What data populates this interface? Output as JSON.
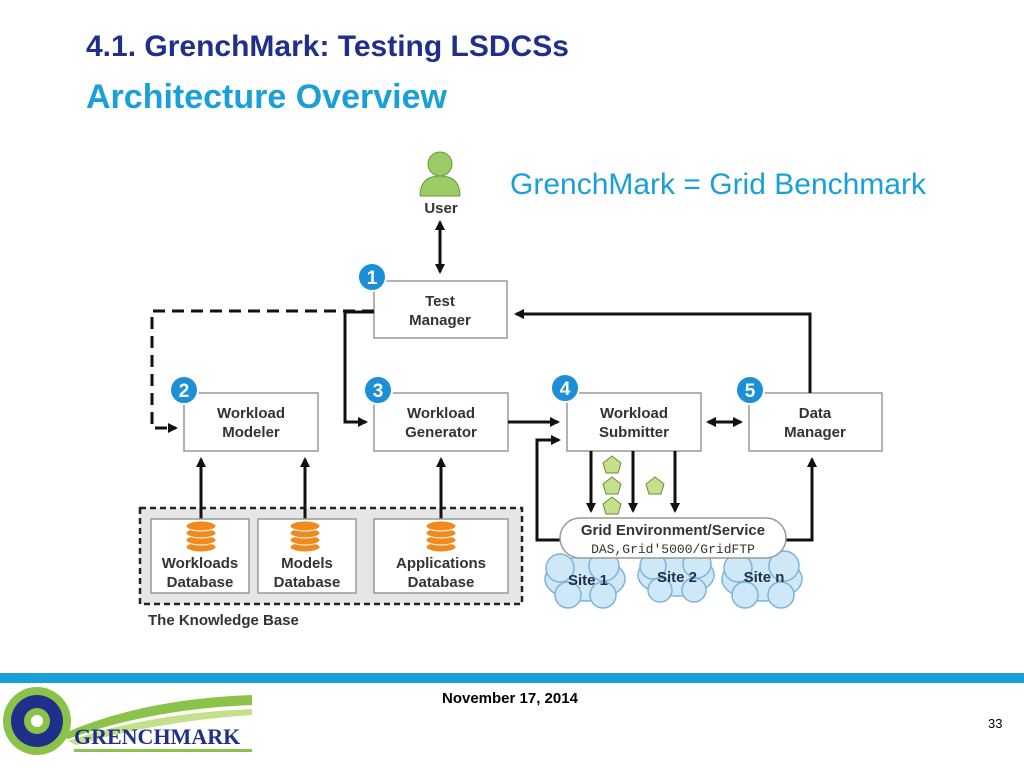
{
  "slide": {
    "title_line1": "4.1. GrenchMark: Testing LSDCSs",
    "title_line2": "Architecture Overview",
    "subtitle": "GrenchMark = Grid Benchmark",
    "date": "November 17, 2014",
    "page_number": "33"
  },
  "diagram": {
    "user_label": "User",
    "test_manager": {
      "number": "1",
      "line1": "Test",
      "line2": "Manager"
    },
    "workload_modeler": {
      "number": "2",
      "line1": "Workload",
      "line2": "Modeler"
    },
    "workload_generator": {
      "number": "3",
      "line1": "Workload",
      "line2": "Generator"
    },
    "workload_submitter": {
      "number": "4",
      "line1": "Workload",
      "line2": "Submitter"
    },
    "data_manager": {
      "number": "5",
      "line1": "Data",
      "line2": "Manager"
    },
    "workloads_db": {
      "line1": "Workloads",
      "line2": "Database"
    },
    "models_db": {
      "line1": "Models",
      "line2": "Database"
    },
    "applications_db": {
      "line1": "Applications",
      "line2": "Database"
    },
    "knowledge_base_label": "The Knowledge Base",
    "grid_env_title": "Grid Environment/Service",
    "grid_env_sub": "DAS,Grid'5000/GridFTP",
    "site1": "Site 1",
    "site2": "Site 2",
    "siten": "Site n"
  },
  "logo": {
    "text": "GRENCHMARK"
  },
  "colors": {
    "title_dark_blue": "#1f2f8a",
    "accent_blue": "#1aa0d8",
    "badge_blue": "#1c8fd6",
    "database_orange": "#f18a1d",
    "user_green": "#9ccc65",
    "logo_green": "#8bc34a"
  }
}
